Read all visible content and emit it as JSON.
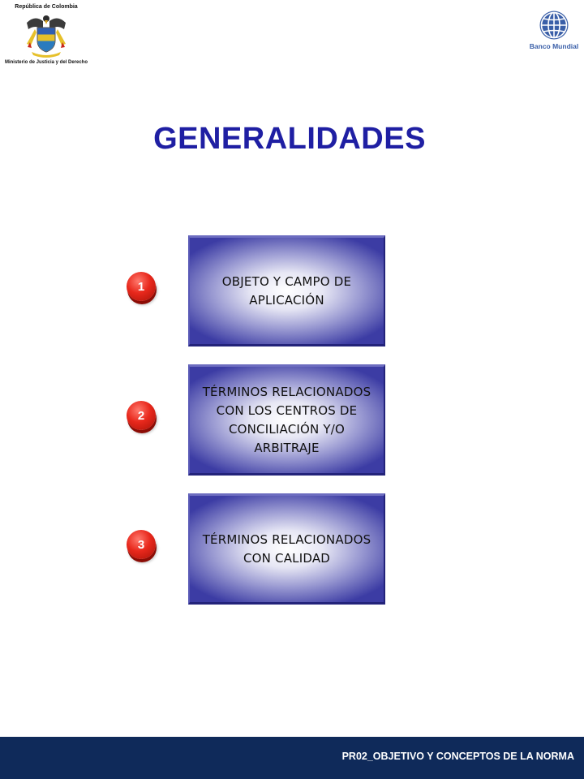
{
  "header": {
    "left_logo": {
      "caption_top": "República de Colombia",
      "caption_bottom": "Ministerio de Justicia y del Derecho",
      "icon": "colombia-coat-of-arms-icon"
    },
    "right_logo": {
      "label": "Banco Mundial",
      "icon": "globe-icon",
      "color": "#3a5fa8"
    }
  },
  "title": "GENERALIDADES",
  "items": [
    {
      "number": "1",
      "label": "OBJETO Y CAMPO DE APLICACIÓN"
    },
    {
      "number": "2",
      "label": "TÉRMINOS RELACIONADOS CON LOS CENTROS DE CONCILIACIÓN Y/O ARBITRAJE"
    },
    {
      "number": "3",
      "label": "TÉRMINOS RELACIONADOS CON CALIDAD"
    }
  ],
  "footer": {
    "text": "PR02_OBJETIVO Y CONCEPTOS DE LA NORMA",
    "color": "#0f2a5a"
  },
  "colors": {
    "title": "#1f1fa3",
    "badge": "#e8281c",
    "box_edge": "#3c3ca4"
  }
}
